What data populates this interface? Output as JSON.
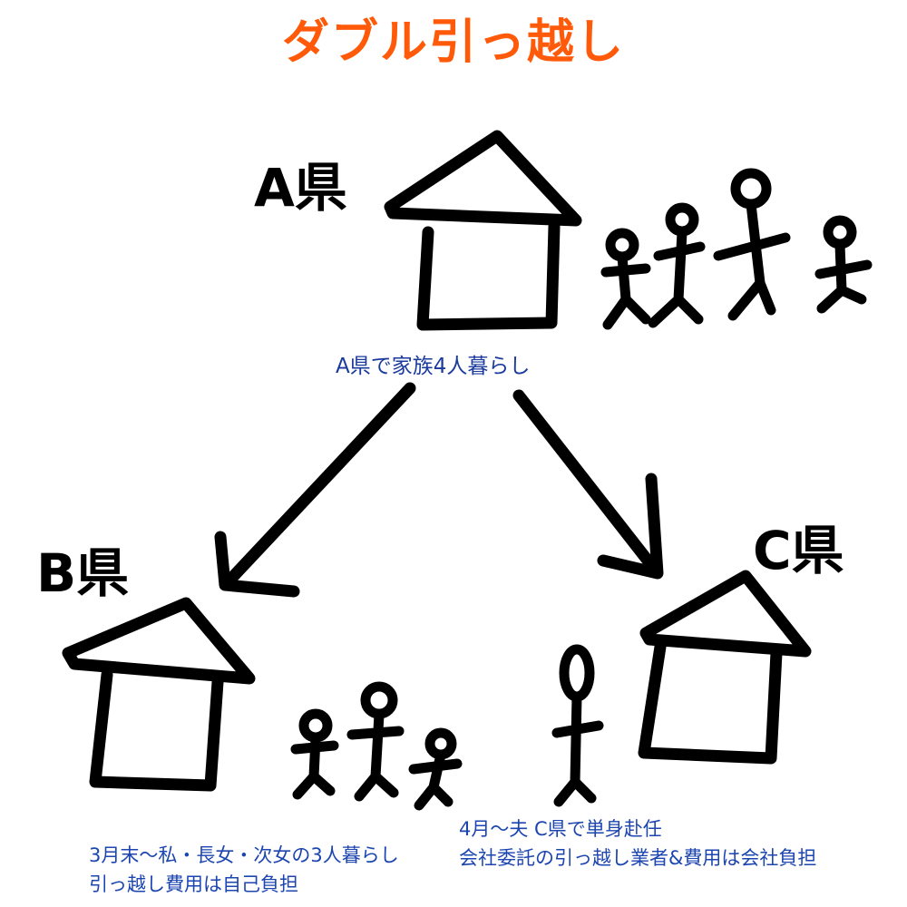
{
  "title": "ダブル引っ越し",
  "colors": {
    "title": "#ff5a0a",
    "label": "#1c45b0",
    "ink": "#000000"
  },
  "prefectures": {
    "a": {
      "name": "A県",
      "caption": "A県で家族4人暮らし"
    },
    "b": {
      "name": "B県",
      "lines": [
        "3月末〜私・長女・次女の3人暮らし",
        "引っ越し費用は自己負担"
      ]
    },
    "c": {
      "name": "C県",
      "lines": [
        "4月〜夫 C県で単身赴任",
        "会社委託の引っ越し業者&費用は会社負担"
      ]
    }
  },
  "people_counts": {
    "a": 4,
    "b": 3,
    "c": 1
  }
}
